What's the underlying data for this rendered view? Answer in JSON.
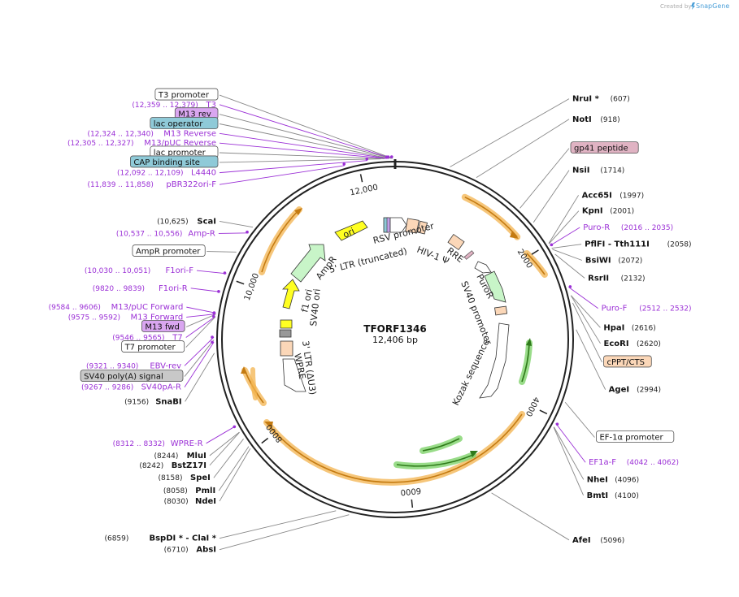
{
  "branding": {
    "created_by": "Created by",
    "app": "SnapGene"
  },
  "plasmid": {
    "name": "TFORF1346",
    "size_label": "12,406 bp",
    "length": 12406
  },
  "colors": {
    "backbone": "#222222",
    "primer": "#9b30d6",
    "enzyme_line": "#888888",
    "feature_orange": "#f3b34d",
    "feature_orange_stroke": "#c47b12",
    "feature_green": "#7fd36b",
    "feature_green_stroke": "#2f7a1a",
    "badge_blue": "#8fcad8",
    "badge_pink": "#e0b3c3",
    "badge_purple": "#d9a6f0",
    "badge_peach": "#fbd7b8",
    "badge_gray": "#c8c8c8"
  },
  "ticks": [
    {
      "label": "2000",
      "pos": 2000
    },
    {
      "label": "4000",
      "pos": 4000
    },
    {
      "label": "6000",
      "pos": 6000
    },
    {
      "label": "8000",
      "pos": 8000
    },
    {
      "label": "10,000",
      "pos": 10000
    },
    {
      "label": "12,000",
      "pos": 12000
    }
  ],
  "callouts": [
    {
      "name": "T3",
      "range": "(12,359 .. 12,379)",
      "pos": 12369,
      "kind": "primer"
    },
    {
      "name": "T3 promoter",
      "range": "",
      "pos": 12380,
      "kind": "box-white"
    },
    {
      "name": "M13 rev",
      "range": "",
      "pos": 12365,
      "kind": "box-purple"
    },
    {
      "name": "M13 Reverse",
      "range": "(12,324 .. 12,340)",
      "pos": 12332,
      "kind": "primer"
    },
    {
      "name": "lac operator",
      "range": "",
      "pos": 12340,
      "kind": "box-blue"
    },
    {
      "name": "M13/pUC Reverse",
      "range": "(12,305 .. 12,327)",
      "pos": 12316,
      "kind": "primer"
    },
    {
      "name": "lac promoter",
      "range": "",
      "pos": 12290,
      "kind": "box-white"
    },
    {
      "name": "CAP binding site",
      "range": "",
      "pos": 12250,
      "kind": "box-blue"
    },
    {
      "name": "L4440",
      "range": "(12,092 .. 12,109)",
      "pos": 12100,
      "kind": "primer"
    },
    {
      "name": "pBR322ori-F",
      "range": "(11,839 .. 11,858)",
      "pos": 11848,
      "kind": "primer"
    },
    {
      "name": "ScaI",
      "range": "(10,625)",
      "pos": 10625,
      "kind": "enzyme"
    },
    {
      "name": "Amp-R",
      "range": "(10,537 .. 10,556)",
      "pos": 10546,
      "kind": "primer"
    },
    {
      "name": "AmpR promoter",
      "range": "",
      "pos": 10300,
      "kind": "box-white"
    },
    {
      "name": "F1ori-F",
      "range": "(10,030 .. 10,051)",
      "pos": 10040,
      "kind": "primer"
    },
    {
      "name": "F1ori-R",
      "range": "(9820 .. 9839)",
      "pos": 9830,
      "kind": "primer"
    },
    {
      "name": "M13/pUC Forward",
      "range": "(9584 .. 9606)",
      "pos": 9595,
      "kind": "primer"
    },
    {
      "name": "M13 Forward",
      "range": "(9575 .. 9592)",
      "pos": 9584,
      "kind": "primer"
    },
    {
      "name": "M13 fwd",
      "range": "",
      "pos": 9580,
      "kind": "box-purple"
    },
    {
      "name": "T7",
      "range": "(9546 .. 9565)",
      "pos": 9555,
      "kind": "primer"
    },
    {
      "name": "T7 promoter",
      "range": "",
      "pos": 9550,
      "kind": "box-white"
    },
    {
      "name": "EBV-rev",
      "range": "(9321 .. 9340)",
      "pos": 9330,
      "kind": "primer"
    },
    {
      "name": "SV40 poly(A) signal",
      "range": "",
      "pos": 9300,
      "kind": "box-gray"
    },
    {
      "name": "SV40pA-R",
      "range": "(9267 .. 9286)",
      "pos": 9276,
      "kind": "primer"
    },
    {
      "name": "SnaBI",
      "range": "(9156)",
      "pos": 9156,
      "kind": "enzyme"
    },
    {
      "name": "WPRE-R",
      "range": "(8312 .. 8332)",
      "pos": 8322,
      "kind": "primer"
    },
    {
      "name": "MluI",
      "range": "(8244)",
      "pos": 8244,
      "kind": "enzyme"
    },
    {
      "name": "BstZ17I",
      "range": "(8242)",
      "pos": 8242,
      "kind": "enzyme"
    },
    {
      "name": "SpeI",
      "range": "(8158)",
      "pos": 8158,
      "kind": "enzyme"
    },
    {
      "name": "PmlI",
      "range": "(8058)",
      "pos": 8058,
      "kind": "enzyme"
    },
    {
      "name": "NdeI",
      "range": "(8030)",
      "pos": 8030,
      "kind": "enzyme"
    },
    {
      "name": "BspDI * - ClaI *",
      "range": "(6859)",
      "pos": 6859,
      "kind": "enzyme"
    },
    {
      "name": "AbsI",
      "range": "(6710)",
      "pos": 6710,
      "kind": "enzyme"
    },
    {
      "name": "AfeI",
      "range": "(5096)",
      "pos": 5096,
      "kind": "enzyme"
    },
    {
      "name": "BmtI",
      "range": "(4100)",
      "pos": 4100,
      "kind": "enzyme"
    },
    {
      "name": "NheI",
      "range": "(4096)",
      "pos": 4096,
      "kind": "enzyme"
    },
    {
      "name": "EF1a-F",
      "range": "(4042 .. 4062)",
      "pos": 4052,
      "kind": "primer"
    },
    {
      "name": "EF-1α promoter",
      "range": "",
      "pos": 3800,
      "kind": "box-white"
    },
    {
      "name": "AgeI",
      "range": "(2994)",
      "pos": 2994,
      "kind": "enzyme"
    },
    {
      "name": "cPPT/CTS",
      "range": "",
      "pos": 2700,
      "kind": "box-peach"
    },
    {
      "name": "EcoRI",
      "range": "(2620)",
      "pos": 2620,
      "kind": "enzyme"
    },
    {
      "name": "HpaI",
      "range": "(2616)",
      "pos": 2616,
      "kind": "enzyme"
    },
    {
      "name": "Puro-F",
      "range": "(2512 .. 2532)",
      "pos": 2522,
      "kind": "primer"
    },
    {
      "name": "RsrII",
      "range": "(2132)",
      "pos": 2132,
      "kind": "enzyme"
    },
    {
      "name": "BsiWI",
      "range": "(2072)",
      "pos": 2072,
      "kind": "enzyme"
    },
    {
      "name": "PflFI - Tth111I",
      "range": "(2058)",
      "pos": 2058,
      "kind": "enzyme"
    },
    {
      "name": "Puro-R",
      "range": "(2016 .. 2035)",
      "pos": 2025,
      "kind": "primer"
    },
    {
      "name": "KpnI",
      "range": "(2001)",
      "pos": 2001,
      "kind": "enzyme"
    },
    {
      "name": "Acc65I",
      "range": "(1997)",
      "pos": 1997,
      "kind": "enzyme"
    },
    {
      "name": "NsiI",
      "range": "(1714)",
      "pos": 1714,
      "kind": "enzyme"
    },
    {
      "name": "gp41 peptide",
      "range": "",
      "pos": 1500,
      "kind": "box-pink"
    },
    {
      "name": "NotI",
      "range": "(918)",
      "pos": 918,
      "kind": "enzyme"
    },
    {
      "name": "NruI *",
      "range": "(607)",
      "pos": 607,
      "kind": "enzyme"
    }
  ],
  "inner_labels": [
    {
      "text": "RSV promoter"
    },
    {
      "text": "5' LTR (truncated)"
    },
    {
      "text": "HIV-1 Ψ"
    },
    {
      "text": "RRE"
    },
    {
      "text": "PuroR"
    },
    {
      "text": "SV40 promoter"
    },
    {
      "text": "Kozak sequence"
    },
    {
      "text": "ori"
    },
    {
      "text": "AmpR"
    },
    {
      "text": "f1 ori"
    },
    {
      "text": "SV40 ori"
    },
    {
      "text": "3' LTR (ΔU3)"
    },
    {
      "text": "WPRE"
    }
  ]
}
